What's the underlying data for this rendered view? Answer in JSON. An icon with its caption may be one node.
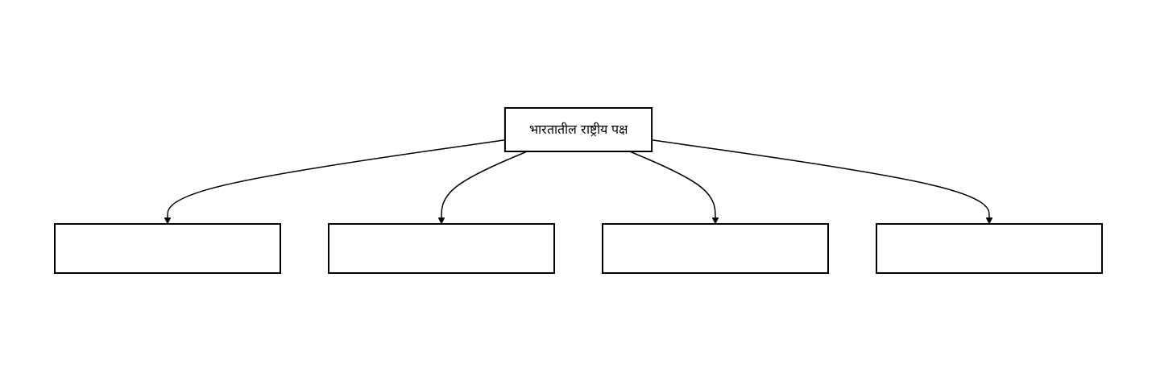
{
  "diagram": {
    "nodes": [
      {
        "text": [],
        "shape": "box"
      },
      {
        "text": [],
        "shape": "box"
      },
      {
        "text": [
          "भारतातील राष्ट्रीय पक्ष"
        ]
      },
      {
        "text": [],
        "shape": "box"
      },
      {
        "text": [],
        "shape": "box"
      }
    ],
    "edges": [
      {
        "from": 2,
        "to": 0,
        "arrow": "to"
      },
      {
        "from": 2,
        "to": 1,
        "arrow": "to"
      },
      {
        "from": 2,
        "to": 3,
        "arrow": "to"
      },
      {
        "from": 2,
        "to": 4,
        "arrow": "to"
      }
    ]
  }
}
